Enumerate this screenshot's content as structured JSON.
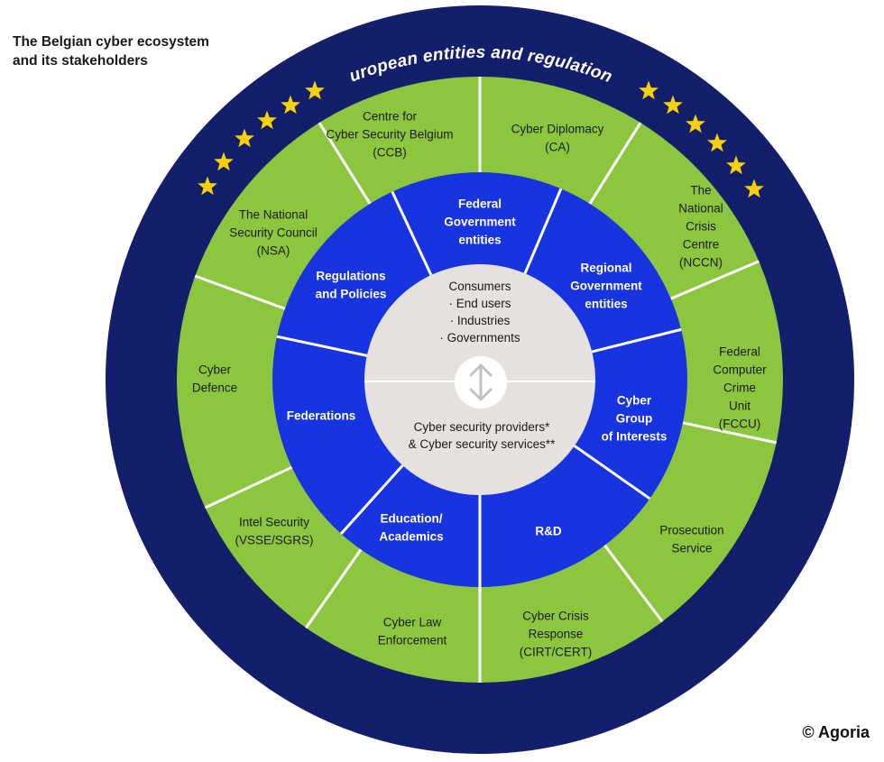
{
  "title_line1": "The Belgian cyber ecosystem",
  "title_line2": "and its stakeholders",
  "copyright": "© Agoria",
  "outer_ring_label": "European entities and regulations",
  "colors": {
    "outer_ring": "#141f6b",
    "green_ring": "#8cc63f",
    "blue_ring": "#1734e0",
    "center": "#e4e1df",
    "stars": "#f6d10b",
    "divider": "#ffffff"
  },
  "outer_segments": [
    {
      "lines": [
        "Centre for",
        "Cyber Security Belgium",
        "(CCB)"
      ]
    },
    {
      "lines": [
        "Cyber Diplomacy",
        "(CA)"
      ]
    },
    {
      "lines": [
        "The",
        "National",
        "Crisis",
        "Centre",
        "(NCCN)"
      ]
    },
    {
      "lines": [
        "Federal",
        "Computer",
        "Crime",
        "Unit",
        "(FCCU)"
      ]
    },
    {
      "lines": [
        "Prosecution",
        "Service"
      ]
    },
    {
      "lines": [
        "Cyber Crisis",
        "Response",
        "(CIRT/CERT)"
      ]
    },
    {
      "lines": [
        "Cyber Law",
        "Enforcement"
      ]
    },
    {
      "lines": [
        "Intel Security",
        "(VSSE/SGRS)"
      ]
    },
    {
      "lines": [
        "Cyber",
        "Defence"
      ]
    },
    {
      "lines": [
        "The National",
        "Security Council",
        "(NSA)"
      ]
    }
  ],
  "inner_segments": [
    {
      "lines": [
        "Federal",
        "Government",
        "entities"
      ]
    },
    {
      "lines": [
        "Regional",
        "Government",
        "entities"
      ]
    },
    {
      "lines": [
        "Cyber",
        "Group",
        "of Interests"
      ]
    },
    {
      "lines": [
        "R&D"
      ]
    },
    {
      "lines": [
        "Education/",
        "Academics"
      ]
    },
    {
      "lines": [
        "Federations"
      ]
    },
    {
      "lines": [
        "Regulations",
        "and Policies"
      ]
    }
  ],
  "center_top": {
    "lines": [
      "Consumers",
      "· End users",
      "· Industries",
      "· Governments"
    ]
  },
  "center_bottom": {
    "lines": [
      "Cyber security providers*",
      "& Cyber security services**"
    ]
  },
  "center_icon": "up-down-arrows-icon"
}
